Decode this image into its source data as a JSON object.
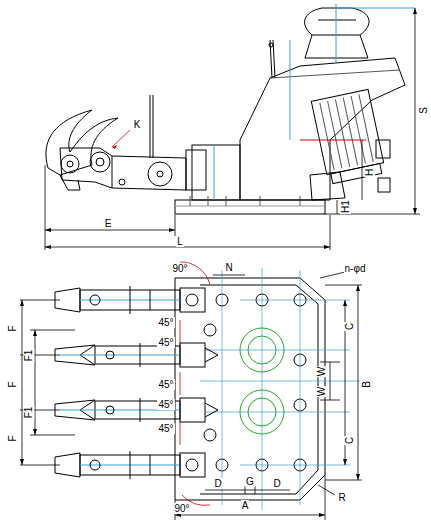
{
  "diagram": {
    "labels": [
      "K",
      "S",
      "H",
      "H1",
      "E",
      "L",
      "90°",
      "N",
      "n-φd",
      "C",
      "B",
      "W",
      "W",
      "C",
      "F",
      "F1",
      "F",
      "F1",
      "F",
      "45°",
      "45°",
      "45°",
      "45°",
      "45°",
      "90°",
      "A",
      "D",
      "G",
      "D",
      "R"
    ]
  }
}
